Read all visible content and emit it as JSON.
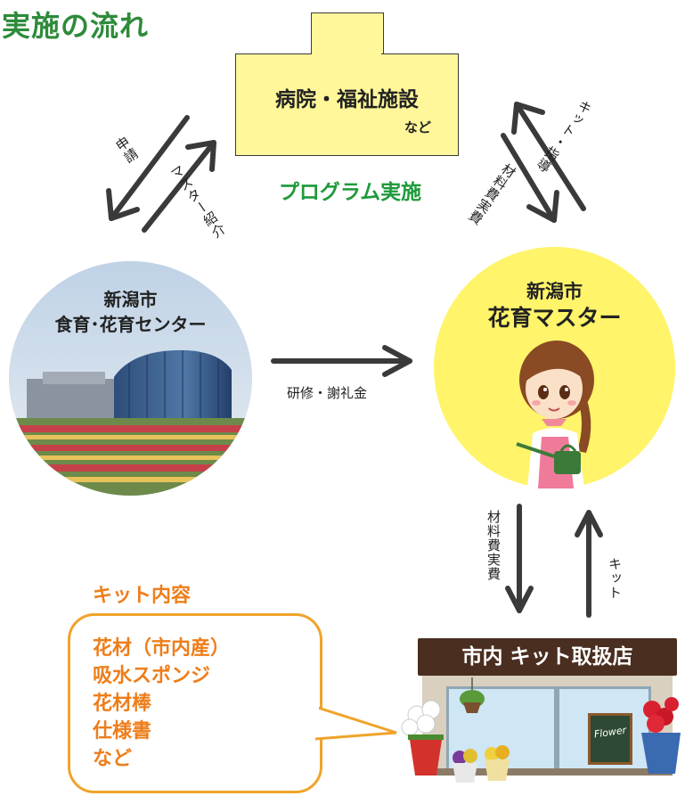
{
  "title": "実施の流れ",
  "hospital": {
    "name": "病院・福祉施設",
    "sub": "など"
  },
  "program_label": "プログラム実施",
  "center": {
    "line1": "新潟市",
    "line2": "食育･花育センター"
  },
  "master": {
    "line1": "新潟市",
    "line2": "花育マスター"
  },
  "arrows": {
    "apply": "申請",
    "introduce": "マスター紹介",
    "kit_guidance": "キット・指導",
    "material_cost_1": "材料費実費",
    "training": "研修・謝礼金",
    "material_cost_2": "材料費実費",
    "kit": "キット"
  },
  "kit": {
    "title": "キット内容",
    "items": [
      "花材（市内産）",
      "吸水スポンジ",
      "花材棒",
      "仕様書",
      "など"
    ]
  },
  "shop": {
    "name": "市内 キット取扱店",
    "board_text": "Flower"
  },
  "colors": {
    "title_green": "#2e8b3a",
    "program_green": "#1f9a3b",
    "house_yellow": "#fff799",
    "master_yellow": "#fff46a",
    "kit_orange": "#ee7d1a",
    "arrow": "#3a3a3a",
    "shop_sign": "#4a2e1f"
  }
}
